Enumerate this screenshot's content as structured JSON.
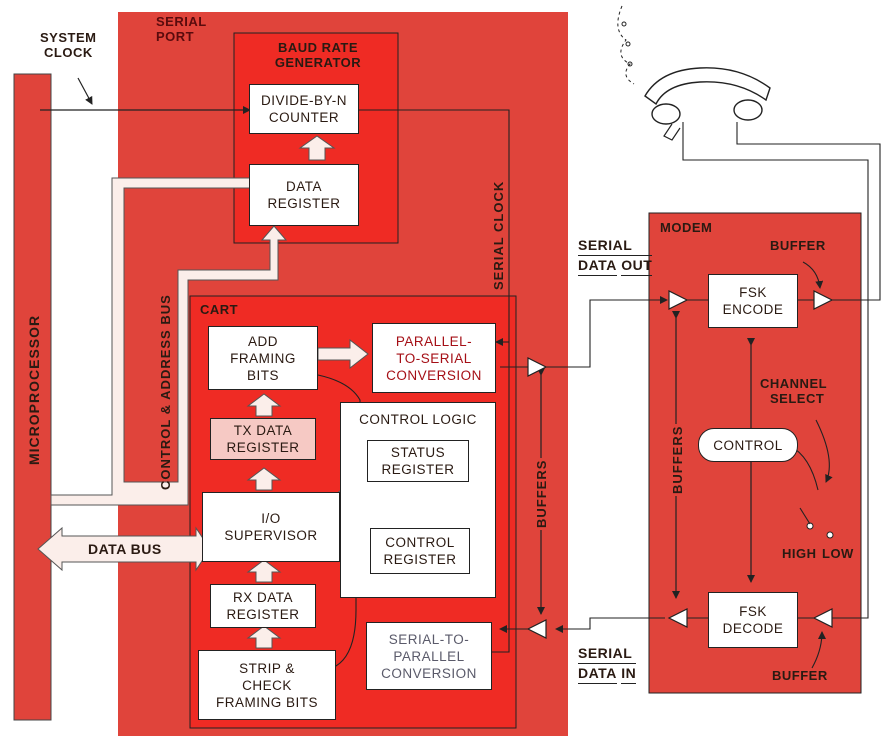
{
  "colors": {
    "red": "#e0443b",
    "bright_red": "#ef2b24",
    "dark_red": "#a50f16",
    "pink": "#f6c9c4",
    "ink": "#2a1a12",
    "white": "#ffffff"
  },
  "labels": {
    "system_clock": [
      "SYSTEM",
      "CLOCK"
    ],
    "serial_port": [
      "SERIAL",
      "PORT"
    ],
    "baud_rate_generator": [
      "BAUD RATE",
      "GENERATOR"
    ],
    "divide_by_n": [
      "DIVIDE-BY-N",
      "COUNTER"
    ],
    "data_register": [
      "DATA",
      "REGISTER"
    ],
    "serial_clock": "SERIAL CLOCK",
    "control_address_bus": "CONTROL & ADDRESS BUS",
    "microprocessor": "MICROPROCESSOR",
    "cart": "CART",
    "add_framing_bits": [
      "ADD",
      "FRAMING",
      "BITS"
    ],
    "parallel_to_serial": [
      "PARALLEL-",
      "TO-SERIAL",
      "CONVERSION"
    ],
    "tx_data_register": [
      "TX DATA",
      "REGISTER"
    ],
    "control_logic": "CONTROL LOGIC",
    "status_register": [
      "STATUS",
      "REGISTER"
    ],
    "io_supervisor": [
      "I/O",
      "SUPERVISOR"
    ],
    "control_register": [
      "CONTROL",
      "REGISTER"
    ],
    "data_bus": "DATA BUS",
    "rx_data_register": [
      "RX DATA",
      "REGISTER"
    ],
    "strip_check": [
      "STRIP &",
      "CHECK",
      "FRAMING BITS"
    ],
    "serial_to_parallel": [
      "SERIAL-TO-",
      "PARALLEL",
      "CONVERSION"
    ],
    "buffers_cart": "BUFFERS",
    "serial_data_out": [
      "SERIAL",
      "DATA",
      "OUT"
    ],
    "serial_data_in": [
      "SERIAL",
      "DATA",
      "IN"
    ],
    "modem": "MODEM",
    "buffer_top": "BUFFER",
    "fsk_encode": [
      "FSK",
      "ENCODE"
    ],
    "channel_select": [
      "CHANNEL",
      "SELECT"
    ],
    "buffers_modem": "BUFFERS",
    "control": "CONTROL",
    "high": "HIGH",
    "low": "LOW",
    "fsk_decode": [
      "FSK",
      "DECODE"
    ],
    "buffer_bottom": "BUFFER"
  }
}
